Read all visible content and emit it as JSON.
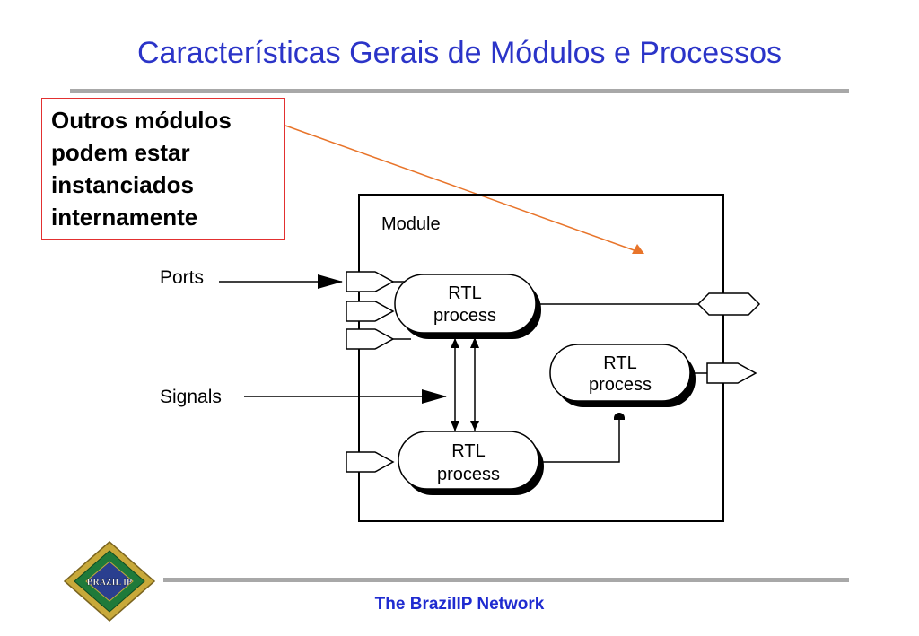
{
  "slide": {
    "title": "Características Gerais de Módulos e Processos",
    "callout": "Outros módulos\npodem estar\ninstanciados\ninternamente",
    "footer": "The BrazilIP Network",
    "logo_text": "BRAZIL IP"
  },
  "diagram": {
    "module_label": "Module",
    "ports_label": "Ports",
    "signals_label": "Signals",
    "process_line1": "RTL",
    "process_line2": "process"
  },
  "colors": {
    "title": "#2b34c8",
    "callout_border": "#e23030",
    "arrow": "#e8742a",
    "footer": "#1f2bd0",
    "rule": "#a8a8a8"
  }
}
